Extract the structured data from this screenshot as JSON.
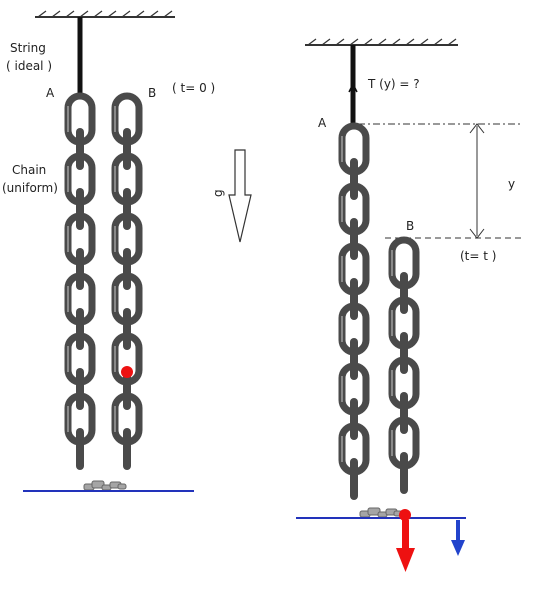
{
  "left_panel": {
    "string_label_line1": "String",
    "string_label_line2": "( ideal )",
    "point_a": "A",
    "point_b": "B",
    "time_label": "( t= 0 )",
    "chain_label_line1": "Chain",
    "chain_label_line2": "(uniform)",
    "gravity_label": "g"
  },
  "right_panel": {
    "tension_label": "T (y) = ?",
    "point_a": "A",
    "point_b": "B",
    "y_label": "y",
    "time_label": "(t= t )"
  },
  "colors": {
    "chain_link": "#4a4a4a",
    "chain_highlight": "#8a8a8a",
    "string": "#111111",
    "ground_line": "#2233bb",
    "red_dot": "#ee1111",
    "red_arrow": "#ee1111",
    "blue_arrow": "#2244cc",
    "dashed_line": "#333333"
  },
  "icons": {
    "ceiling": "hatched-ceiling-icon",
    "gravity": "down-arrow-icon"
  }
}
